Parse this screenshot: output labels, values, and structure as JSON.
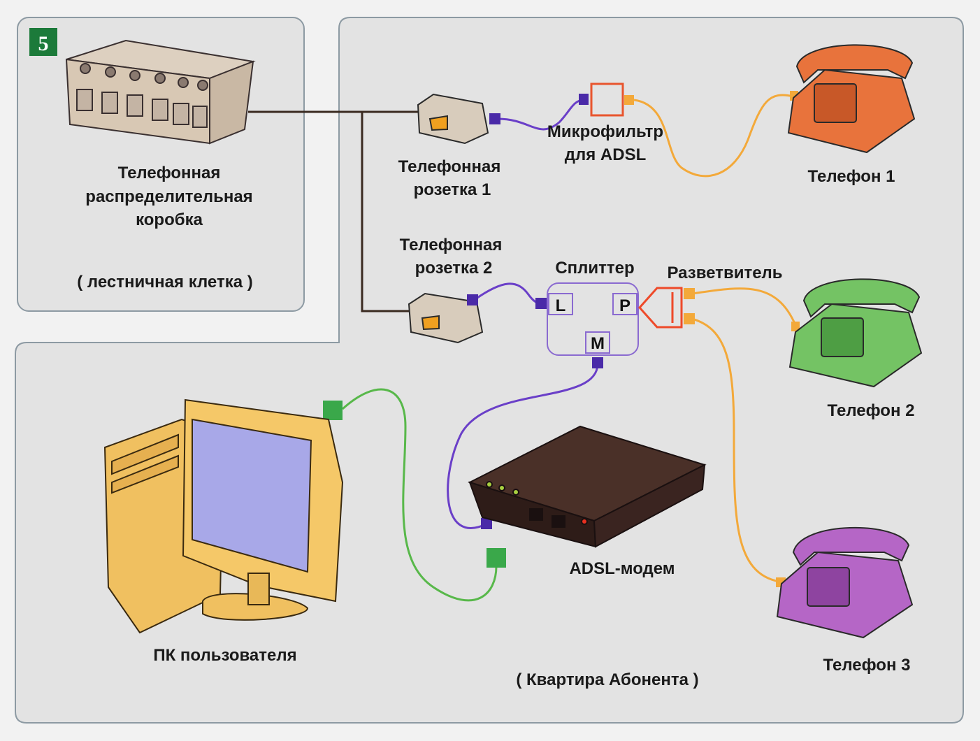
{
  "figure_number": "5",
  "labels": {
    "distribution_box": [
      "Телефонная",
      "распределительная",
      "коробка"
    ],
    "stairwell": "( лестничная клетка )",
    "socket1": [
      "Телефонная",
      "розетка 1"
    ],
    "socket2": [
      "Телефонная",
      "розетка 2"
    ],
    "microfilter": [
      "Микрофильтр",
      "для ADSL"
    ],
    "phone1": "Телефон 1",
    "phone2": "Телефон 2",
    "phone3": "Телефон 3",
    "splitter": "Сплиттер",
    "branch": "Разветвитель",
    "modem": "ADSL-модем",
    "pc": "ПК пользователя",
    "apartment": "( Квартира Абонента )"
  },
  "splitter_ports": {
    "line": "L",
    "phone": "P",
    "modem": "M"
  },
  "colors": {
    "badge": "#1c7a3a",
    "panel": "#e3e3e3",
    "purple_cable": "#6a3fc8",
    "orange_cable": "#f3a93a",
    "green_cable": "#58b84a",
    "phone1": "#e8733c",
    "phone2": "#74c364",
    "phone3": "#b566c6"
  }
}
